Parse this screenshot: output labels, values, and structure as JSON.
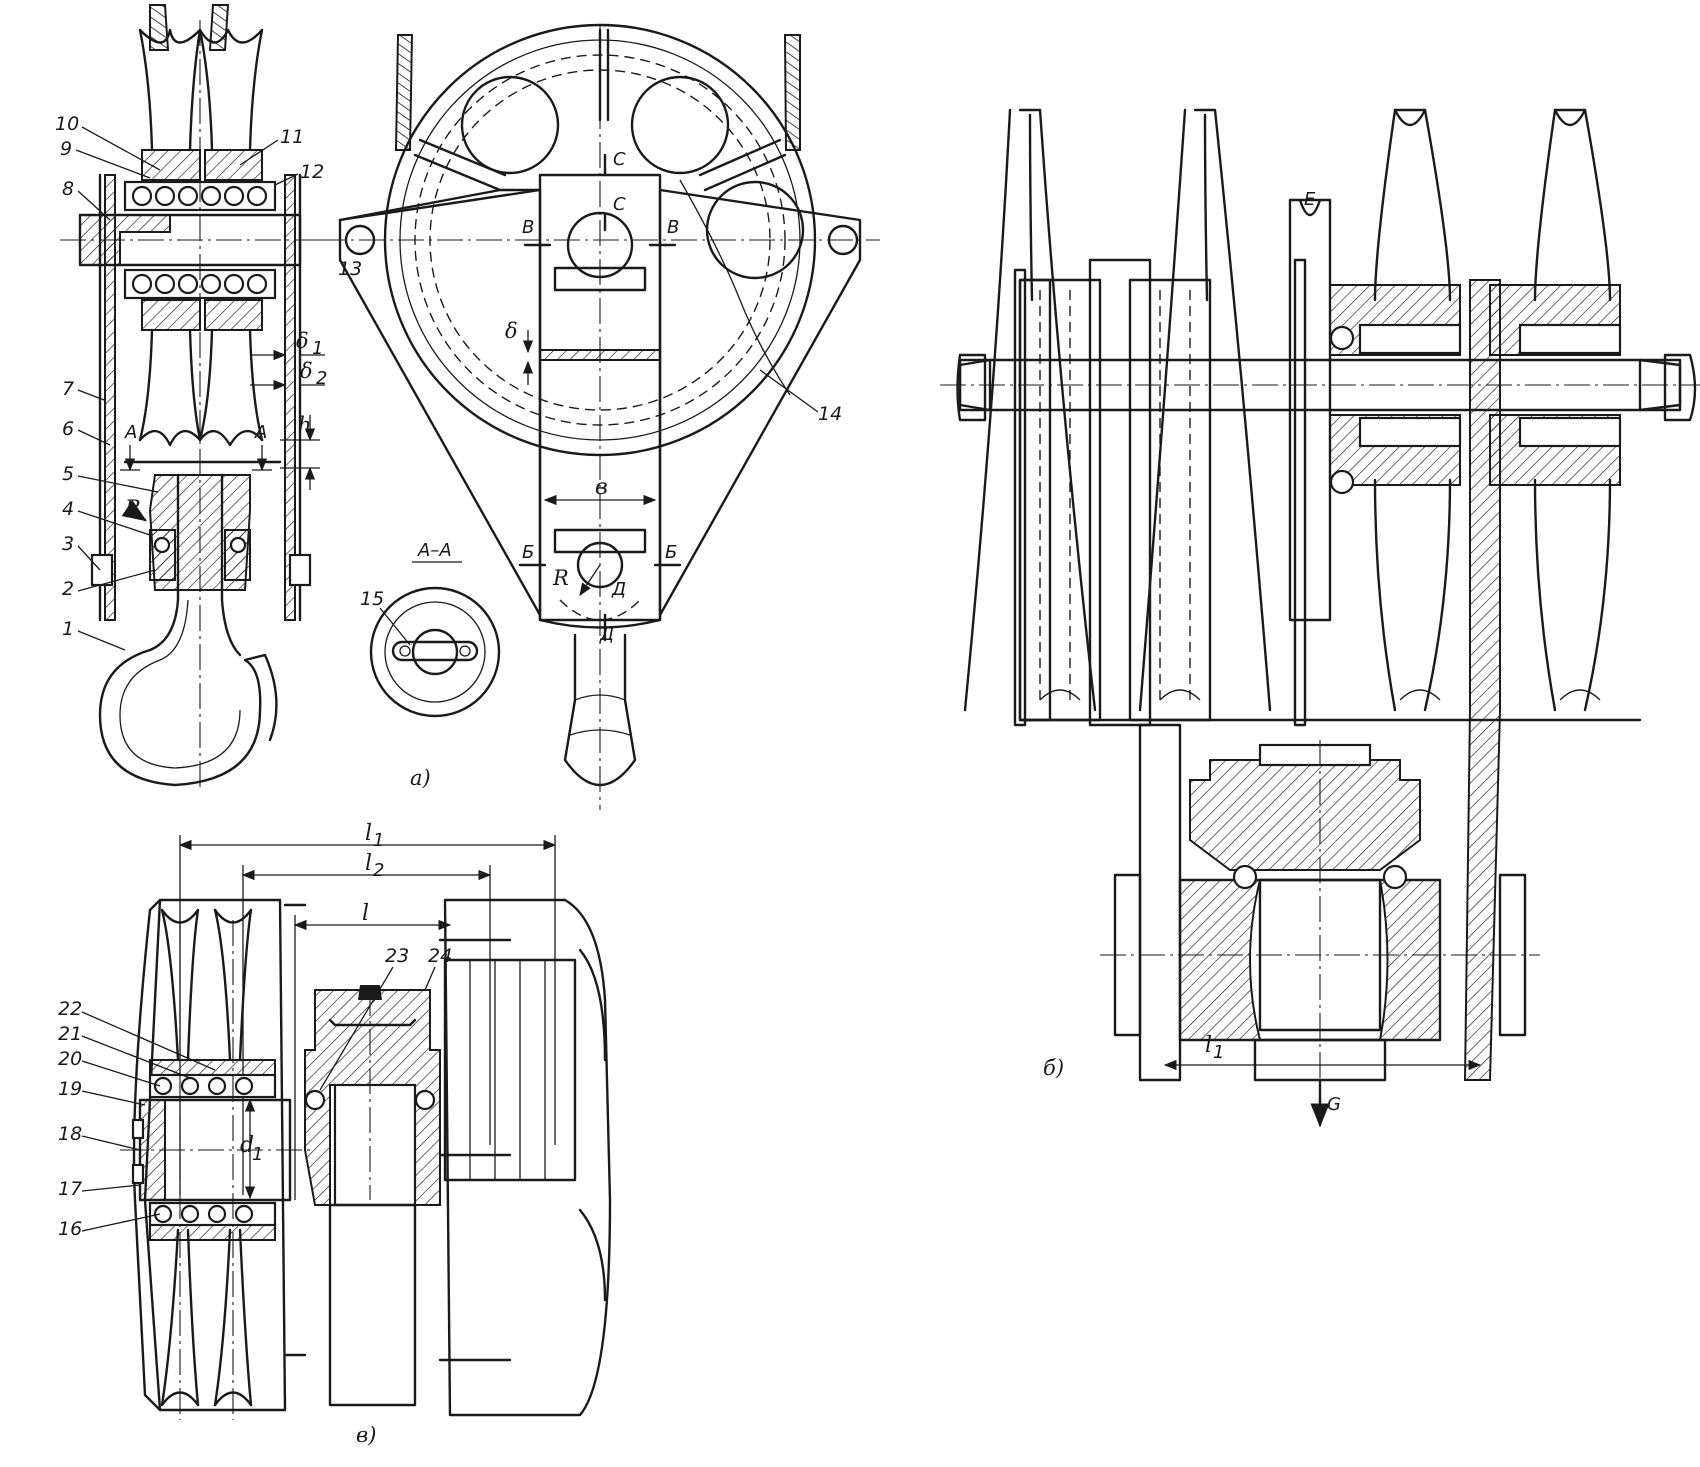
{
  "views": {
    "a": {
      "label": "а)",
      "parts": [
        "1",
        "2",
        "3",
        "4",
        "5",
        "6",
        "7",
        "8",
        "9",
        "10",
        "11",
        "12",
        "13",
        "14",
        "15"
      ],
      "section_title": "А–А",
      "section_marks": [
        "А",
        "А",
        "Б",
        "Б",
        "В",
        "В",
        "С",
        "С",
        "Д",
        "Д"
      ],
      "dims": {
        "delta1": "δ",
        "delta1_sub": "1",
        "delta2": "δ",
        "delta2_sub": "2",
        "h": "h",
        "r1": "R",
        "r2": "R",
        "b": "в"
      }
    },
    "b": {
      "label": "б)",
      "mark_e": "Е",
      "dim_l1": "l",
      "dim_l1_sub": "1",
      "load": "G"
    },
    "c": {
      "label": "в)",
      "parts": [
        "16",
        "17",
        "18",
        "19",
        "20",
        "21",
        "22",
        "23",
        "24"
      ],
      "dims": {
        "l1": "l",
        "l1_sub": "1",
        "l2": "l",
        "l2_sub": "2",
        "l": "l",
        "d1": "d",
        "d1_sub": "1"
      }
    }
  }
}
